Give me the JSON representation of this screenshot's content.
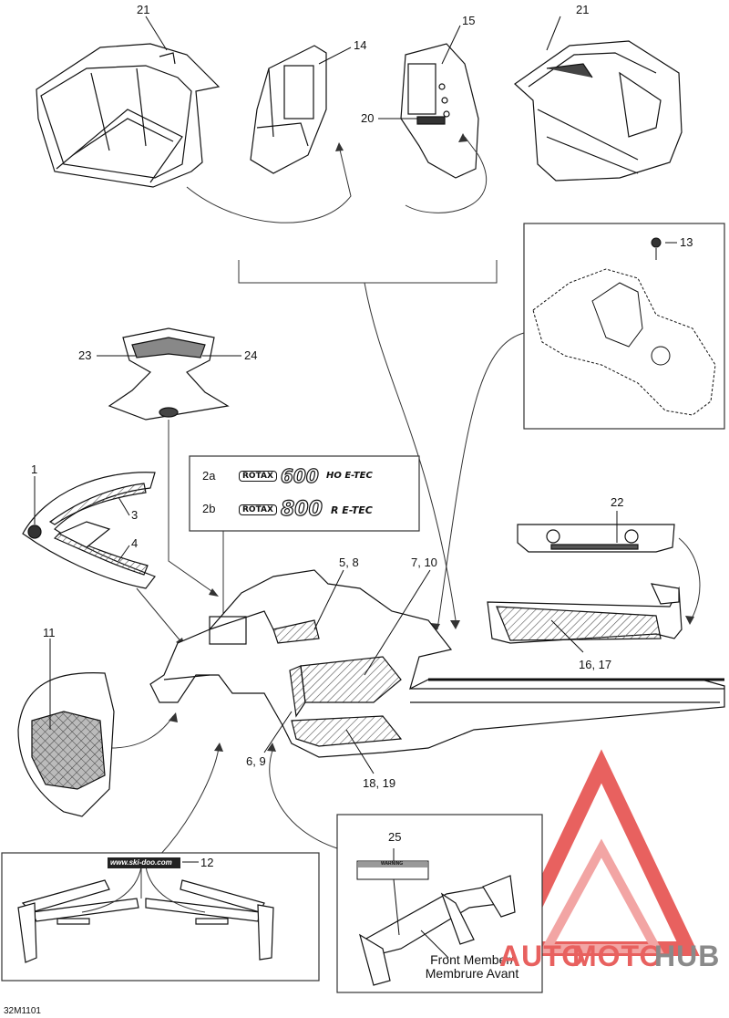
{
  "labels": {
    "l21a": "21",
    "l14": "14",
    "l15": "15",
    "l21b": "21",
    "l20": "20",
    "l13": "13",
    "l23": "23",
    "l24": "24",
    "l1": "1",
    "l3": "3",
    "l4": "4",
    "l2a": "2a",
    "l2b": "2b",
    "l22": "22",
    "l58": "5, 8",
    "l710": "7, 10",
    "l11": "11",
    "l1617": "16, 17",
    "l69": "6, 9",
    "l1819": "18, 19",
    "l12": "12",
    "l25": "25"
  },
  "decals": {
    "rotax": "ROTAX",
    "d600": "600",
    "d600sub": "HO E-TEC",
    "d800": "800",
    "d800sub": "R  E-TEC",
    "url": "www.ski-doo.com",
    "warning": "WARNING"
  },
  "front_member": {
    "line1": "Front Member/",
    "line2": "Membrure Avant"
  },
  "figure_code": "32M1101",
  "watermark": {
    "auto": "AUTO",
    "moto": "MOTO",
    "hub": "HUB",
    "colors": {
      "red": "#e8615f",
      "pink": "#f2a5a4",
      "gray": "#8a8a8a"
    }
  }
}
